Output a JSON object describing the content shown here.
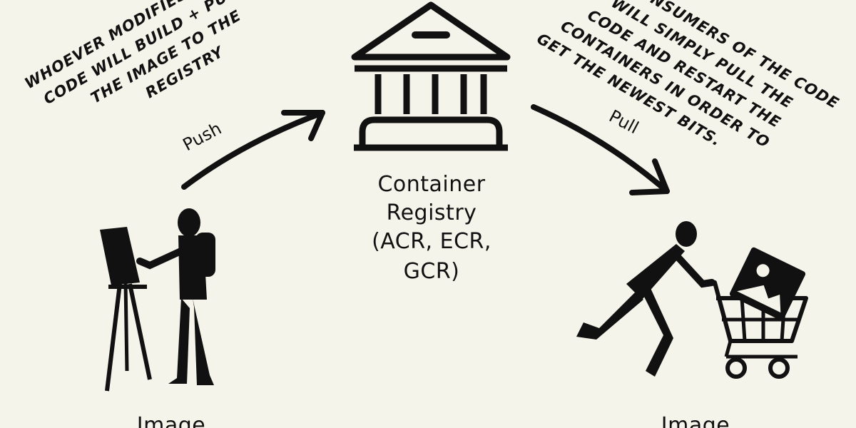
{
  "nodes": {
    "registry": {
      "label_lines": [
        "Container",
        "Registry",
        "(ACR, ECR,",
        "GCR)"
      ],
      "icon": "bank-building-icon"
    },
    "builder": {
      "label": "Image",
      "icon": "painter-at-easel-icon"
    },
    "consumer": {
      "label": "Image",
      "icon": "person-pushing-cart-icon"
    }
  },
  "edges": {
    "push": {
      "label": "Push",
      "from": "builder",
      "to": "registry"
    },
    "pull": {
      "label": "Pull",
      "from": "registry",
      "to": "consumer"
    }
  },
  "notes": {
    "left": [
      "WHOEVER MODIFIES THE",
      "CODE WILL BUILD + PUSH",
      "THE IMAGE TO THE",
      "REGISTRY"
    ],
    "right": [
      "CONSUMERS OF THE CODE",
      "WILL SIMPLY PULL THE",
      "CODE AND RESTART THE",
      "CONTAINERS IN ORDER TO",
      "GET THE NEWEST BITS."
    ]
  },
  "colors": {
    "background": "#f5f4ea",
    "ink": "#111111"
  }
}
